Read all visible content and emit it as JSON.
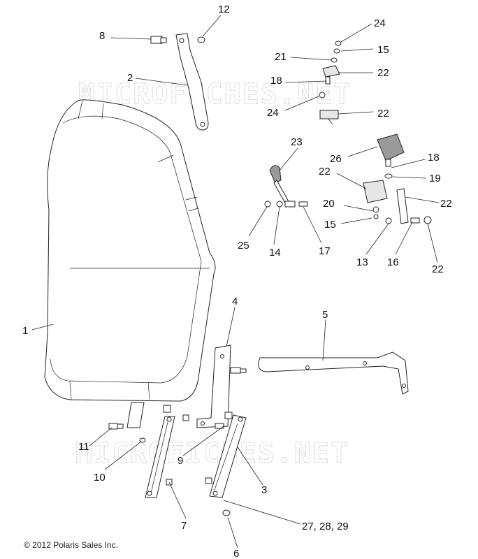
{
  "diagram": {
    "watermark": "MICROFICHES.NET",
    "copyright": "© 2012 Polaris Sales Inc.",
    "callouts": {
      "c1": "1",
      "c2": "2",
      "c3": "3",
      "c4": "4",
      "c5": "5",
      "c6": "6",
      "c7": "7",
      "c8": "8",
      "c9": "9",
      "c10": "10",
      "c11": "11",
      "c12": "12",
      "c13": "13",
      "c14": "14",
      "c15a": "15",
      "c15b": "15",
      "c16": "16",
      "c17": "17",
      "c18a": "18",
      "c18b": "18",
      "c19": "19",
      "c20": "20",
      "c21": "21",
      "c22a": "22",
      "c22b": "22",
      "c22c": "22",
      "c22d": "22",
      "c22e": "22",
      "c23": "23",
      "c24a": "24",
      "c24b": "24",
      "c25": "25",
      "c26": "26",
      "c27": "27, 28, 29"
    }
  }
}
